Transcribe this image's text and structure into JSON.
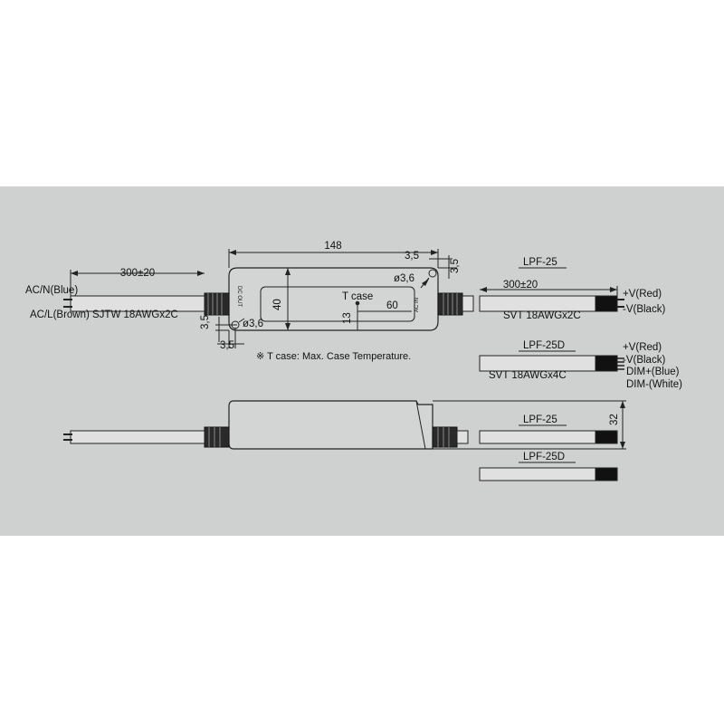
{
  "colors": {
    "panel": "#cfd0d0",
    "ink": "#222222",
    "body_fill": "#d3d4d4",
    "wire_light": "#f2f2f2"
  },
  "top_view": {
    "length": "148",
    "corner_hole_x": "3,5",
    "corner_hole_y": "3,5",
    "hole_dia_right": "ø3,6",
    "hole_dia_left": "ø3,6",
    "hole_left_x": "3,5",
    "hole_left_y": "3,5",
    "inner_height": "40",
    "tcase_label": "T case",
    "tcase_x": "60",
    "tcase_y": "13",
    "left_cable_length": "300±20",
    "right_cable_length": "300±20",
    "ac_n": "AC/N(Blue)",
    "ac_l": "AC/L(Brown) SJTW 18AWGx2C",
    "dc_out_mark": "DC OUT",
    "ac_in_mark": "AC IN",
    "tcase_note": "※ T case: Max. Case Temperature."
  },
  "models": {
    "lpf25": {
      "name": "LPF-25",
      "cable": "SVT 18AWGx2C",
      "wires": [
        "+V(Red)",
        "-V(Black)"
      ]
    },
    "lpf25d": {
      "name": "LPF-25D",
      "cable": "SVT 18AWGx4C",
      "wires": [
        "+V(Red)",
        "-V(Black)",
        "DIM+(Blue)",
        "DIM-(White)"
      ]
    }
  },
  "side_view": {
    "height": "32",
    "model_a": "LPF-25",
    "model_b": "LPF-25D"
  }
}
